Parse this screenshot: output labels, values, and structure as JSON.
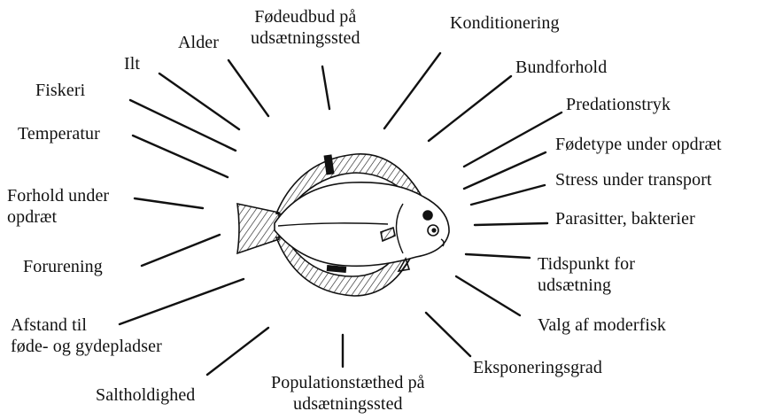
{
  "factors": [
    {
      "id": "alder",
      "label": "Alder"
    },
    {
      "id": "fodeudbud",
      "line1": "Fødeudbud på",
      "line2": "udsætningssted"
    },
    {
      "id": "konditionering",
      "label": "Konditionering"
    },
    {
      "id": "ilt",
      "label": "Ilt"
    },
    {
      "id": "bundforhold",
      "label": "Bundforhold"
    },
    {
      "id": "fiskeri",
      "label": "Fiskeri"
    },
    {
      "id": "predationstryk",
      "label": "Predationstryk"
    },
    {
      "id": "temperatur",
      "label": "Temperatur"
    },
    {
      "id": "fodetype",
      "label": "Fødetype under opdræt"
    },
    {
      "id": "stress",
      "label": "Stress under transport"
    },
    {
      "id": "forhold",
      "line1": "Forhold under",
      "line2": "opdræt"
    },
    {
      "id": "parasitter",
      "label": "Parasitter, bakterier"
    },
    {
      "id": "forurening",
      "label": "Forurening"
    },
    {
      "id": "tidspunkt",
      "line1": "Tidspunkt for",
      "line2": "udsætning"
    },
    {
      "id": "afstand",
      "line1": "Afstand til",
      "line2": "føde- og gydepladser"
    },
    {
      "id": "valg",
      "label": "Valg af moderfisk"
    },
    {
      "id": "eksponering",
      "label": "Eksponeringsgrad"
    },
    {
      "id": "saltholdighed",
      "label": "Saltholdighed"
    },
    {
      "id": "populationsthed",
      "line1": "Populationstæthed på",
      "line2": "udsætningssted"
    }
  ],
  "colors": {
    "ink": "#111111",
    "fin_fill": "#ffffff",
    "body_fill": "#ffffff",
    "background": "#ffffff"
  }
}
